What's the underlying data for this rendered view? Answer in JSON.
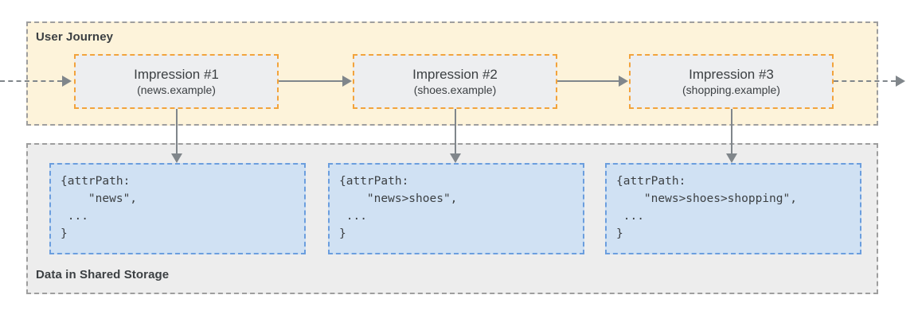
{
  "diagram": {
    "title_visible": false,
    "journey": {
      "label": "User Journey",
      "background_color": "#FDF3DA",
      "border_color": "#9E9E9E",
      "impressions": [
        {
          "title": "Impression #1",
          "domain": "(news.example)",
          "box_fill": "#EDEEF0",
          "box_border": "#F2A33C"
        },
        {
          "title": "Impression #2",
          "domain": "(shoes.example)",
          "box_fill": "#EDEEF0",
          "box_border": "#F2A33C"
        },
        {
          "title": "Impression #3",
          "domain": "(shopping.example)",
          "box_fill": "#EDEEF0",
          "box_border": "#F2A33C"
        }
      ]
    },
    "storage": {
      "label": "Data in Shared Storage",
      "background_color": "#EDEDED",
      "border_color": "#9E9E9E",
      "records": [
        {
          "code": "{attrPath:\n    \"news\",\n ...\n}",
          "attr_path_value": "news",
          "box_fill": "#D0E1F3",
          "box_border": "#6B9EDE"
        },
        {
          "code": "{attrPath:\n    \"news>shoes\",\n ...\n}",
          "attr_path_value": "news>shoes",
          "box_fill": "#D0E1F3",
          "box_border": "#6B9EDE"
        },
        {
          "code": "{attrPath:\n    \"news>shoes>shopping\",\n ...\n}",
          "attr_path_value": "news>shoes>shopping",
          "box_fill": "#D0E1F3",
          "box_border": "#6B9EDE"
        }
      ]
    },
    "connectors": {
      "arrow_color": "#80868B",
      "entry_arrow_style": "dashed",
      "exit_arrow_style": "dashed",
      "between_impressions_style": "solid",
      "impression_to_storage_style": "solid"
    }
  }
}
